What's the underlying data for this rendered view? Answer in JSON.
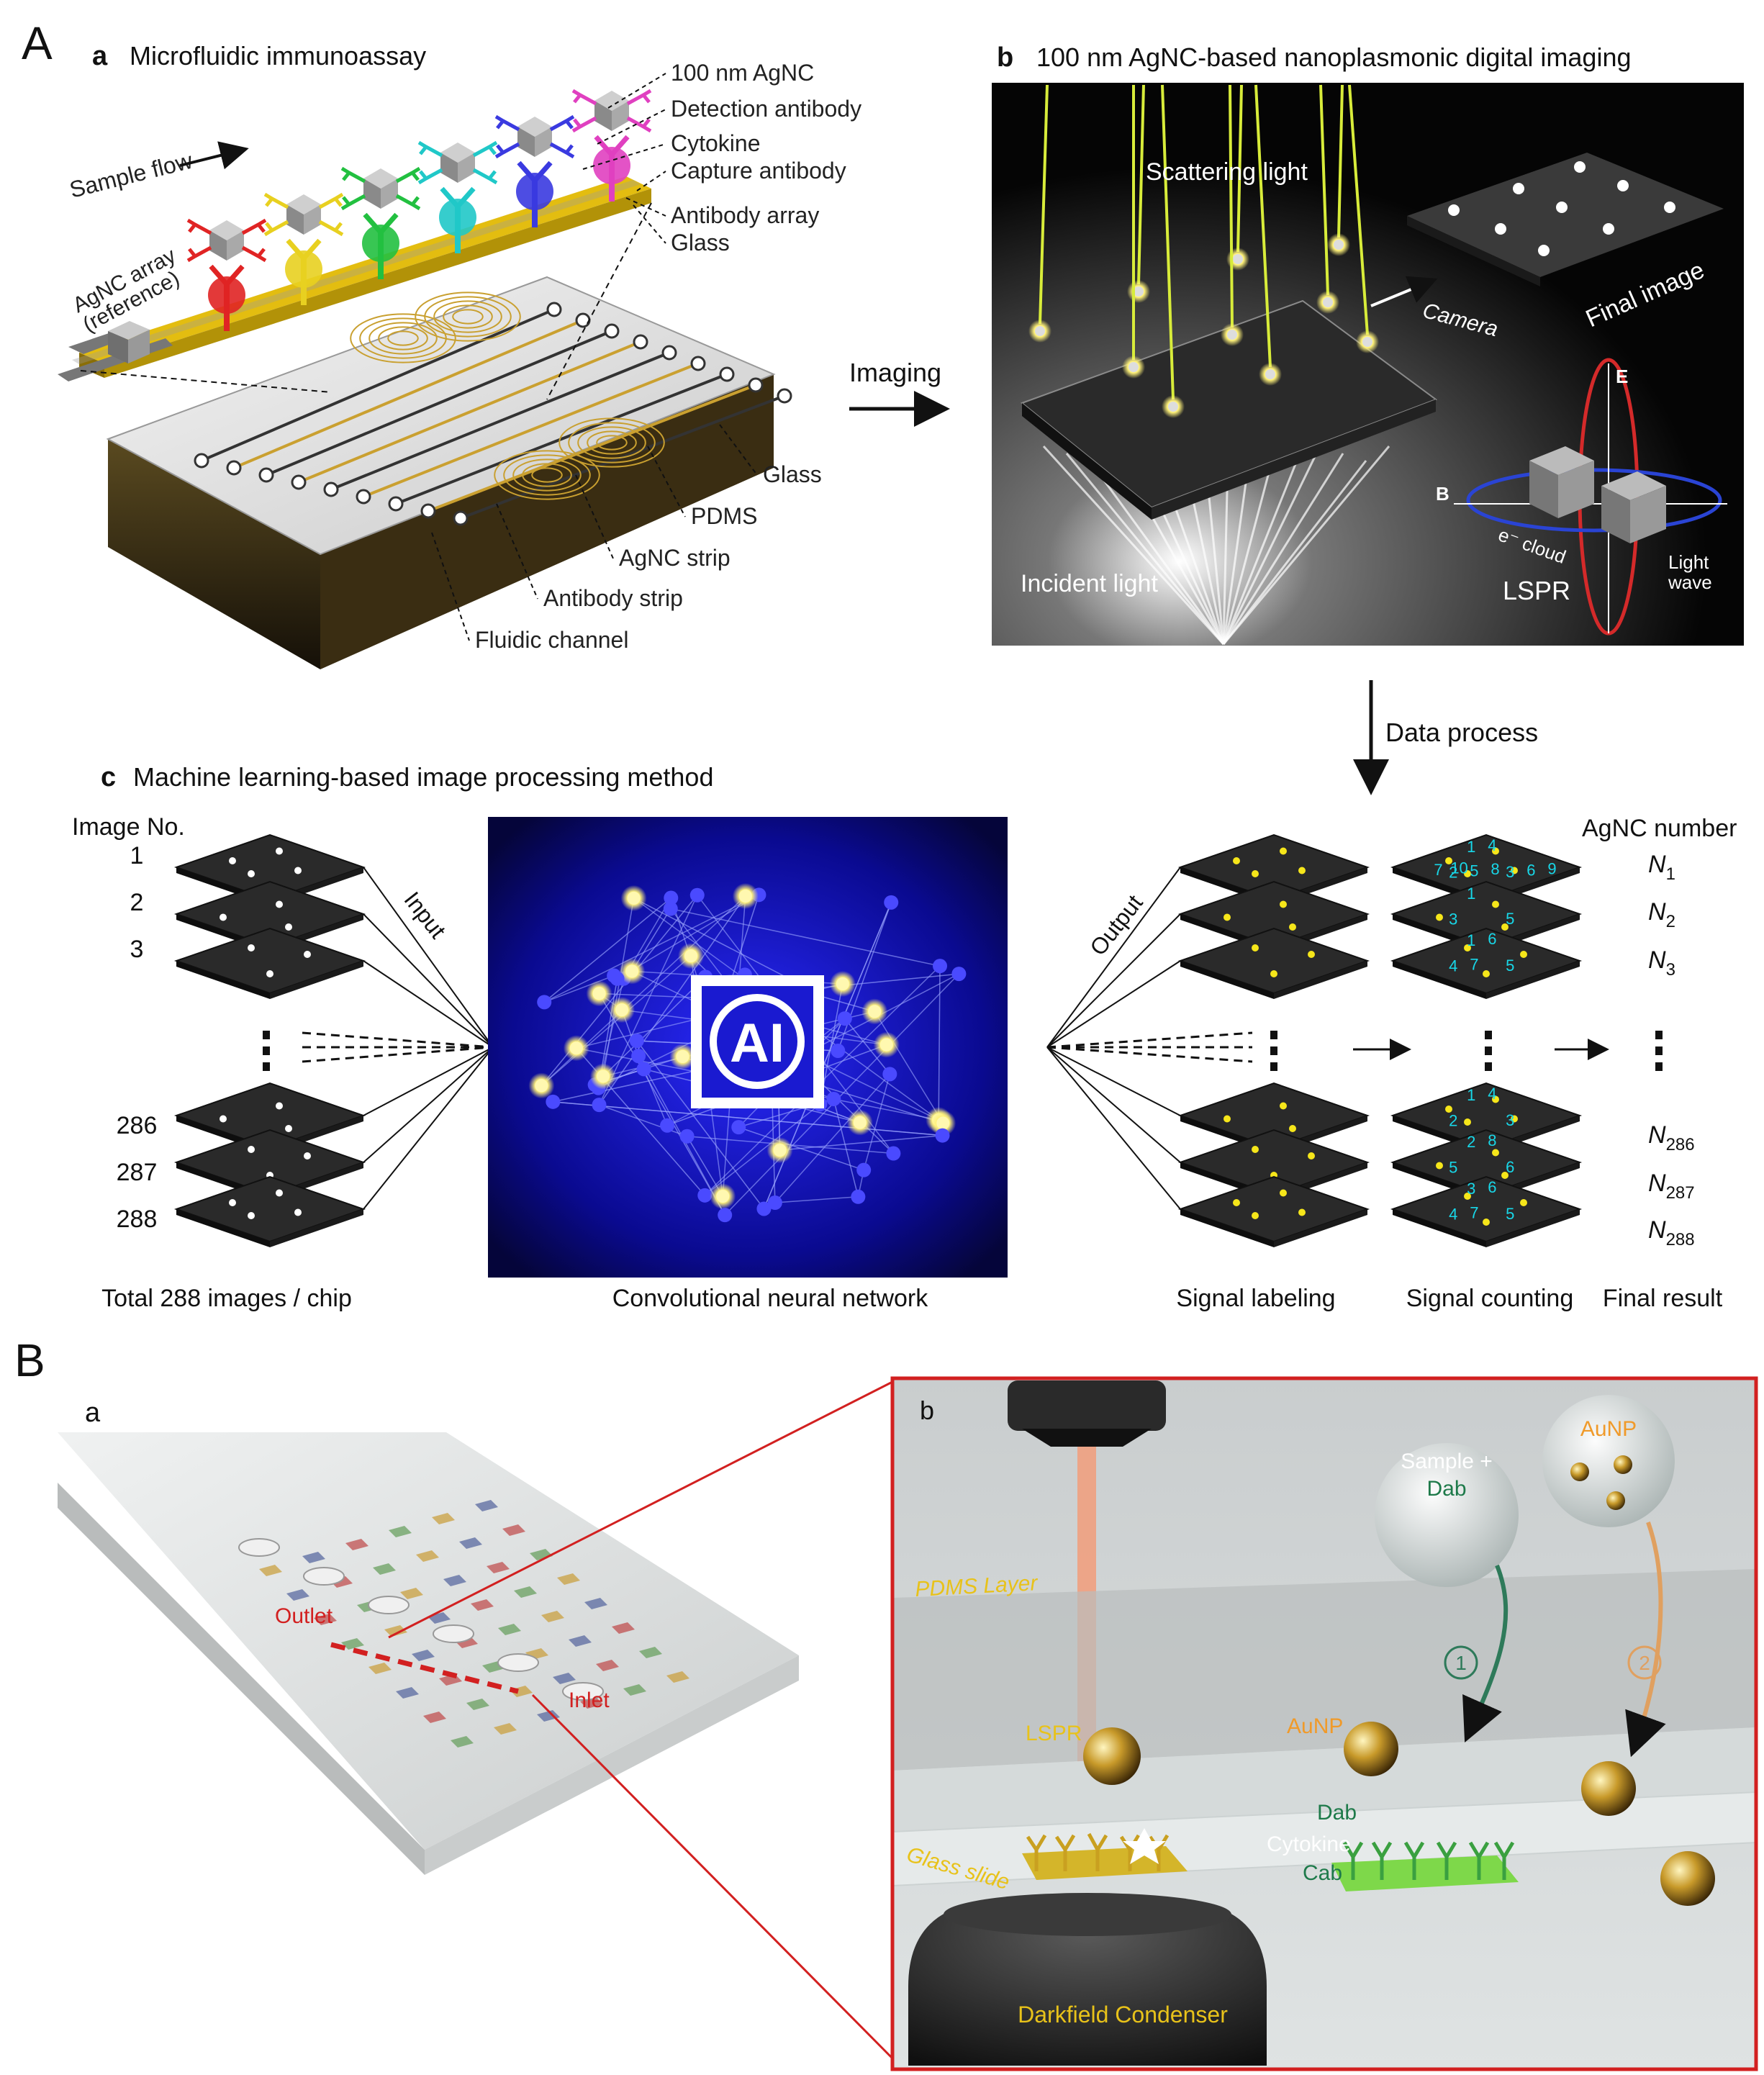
{
  "panelA": {
    "letter": "A",
    "a": {
      "letter": "a",
      "title": "Microfluidic immunoassay",
      "sample_flow": "Sample flow",
      "agnc_array_1": "AgNC array",
      "agnc_array_2": "(reference)",
      "callouts_top": [
        "100 nm AgNC",
        "Detection antibody",
        "Cytokine",
        "Capture antibody",
        "Antibody array",
        "Glass"
      ],
      "callouts_chip": [
        "Glass",
        "PDMS",
        "AgNC strip",
        "Antibody strip",
        "Fluidic channel"
      ]
    },
    "imaging_label": "Imaging",
    "b": {
      "letter": "b",
      "title": "100 nm AgNC-based nanoplasmonic digital imaging",
      "scattering_light": "Scattering light",
      "final_image": "Final image",
      "camera": "Camera",
      "incident_light": "Incident light",
      "lspr": "LSPR",
      "e_axis": "E",
      "b_axis": "B",
      "e_cloud": "e⁻ cloud",
      "light": "Light",
      "wave": "wave"
    },
    "data_process": "Data process",
    "c": {
      "letter": "c",
      "title": "Machine learning-based image processing method",
      "image_no": "Image No.",
      "image_numbers_top": [
        "1",
        "2",
        "3"
      ],
      "image_numbers_bottom": [
        "286",
        "287",
        "288"
      ],
      "input": "Input",
      "output": "Output",
      "ai": "AI",
      "agnc_number": "AgNC number",
      "n_labels": [
        {
          "base": "N",
          "sub": "1"
        },
        {
          "base": "N",
          "sub": "2"
        },
        {
          "base": "N",
          "sub": "3"
        },
        {
          "base": "N",
          "sub": "286"
        },
        {
          "base": "N",
          "sub": "287"
        },
        {
          "base": "N",
          "sub": "288"
        }
      ],
      "counts_1": [
        "1",
        "2",
        "3",
        "4",
        "5",
        "6",
        "7",
        "8",
        "9",
        "10"
      ],
      "counts_2": [
        "1",
        "3",
        "5"
      ],
      "counts_3": [
        "1",
        "4",
        "5",
        "6",
        "7"
      ],
      "counts_286": [
        "1",
        "2",
        "3",
        "4"
      ],
      "counts_287": [
        "2",
        "5",
        "6",
        "8"
      ],
      "counts_288": [
        "3",
        "4",
        "5",
        "6",
        "7"
      ],
      "captions": [
        "Total 288 images / chip",
        "Convolutional neural network",
        "Signal labeling",
        "Signal counting",
        "Final result"
      ]
    }
  },
  "panelB": {
    "letter": "B",
    "a": {
      "letter": "a",
      "outlet": "Outlet",
      "inlet": "Inlet"
    },
    "b": {
      "letter": "b",
      "pdms_layer": "PDMS Layer",
      "lspr": "LSPR",
      "sample_line1": "Sample +",
      "sample_line2": "Dab",
      "aunp_bubble": "AuNP",
      "step1": "1",
      "step2": "2",
      "aunp": "AuNP",
      "dab": "Dab",
      "cytokine": "Cytokine",
      "cab": "Cab",
      "glass_slide": "Glass slide",
      "condenser": "Darkfield Condenser"
    }
  },
  "colors": {
    "gold": "#e8c21a",
    "red_frame": "#d22020",
    "cyan_label": "#18d7e8",
    "ai_blue": "#1a1ad0"
  }
}
